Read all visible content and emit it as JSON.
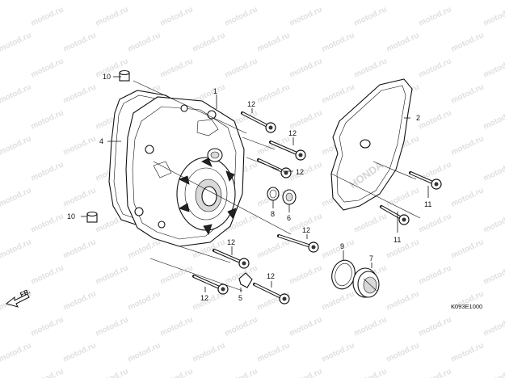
{
  "watermark": {
    "text": "motod.ru"
  },
  "diagram_code": "K093E1000",
  "front_marker": "FR.",
  "callouts": {
    "c1": "1",
    "c2": "2",
    "c4": "4",
    "c5": "5",
    "c6": "6",
    "c7": "7",
    "c8": "8",
    "c9": "9",
    "c10a": "10",
    "c10b": "10",
    "c11a": "11",
    "c11b": "11",
    "c12a": "12",
    "c12b": "12",
    "c12c": "12",
    "c12d": "12",
    "c12e": "12",
    "c12f": "12",
    "c12g": "12"
  },
  "cover_logo": "HONDA"
}
